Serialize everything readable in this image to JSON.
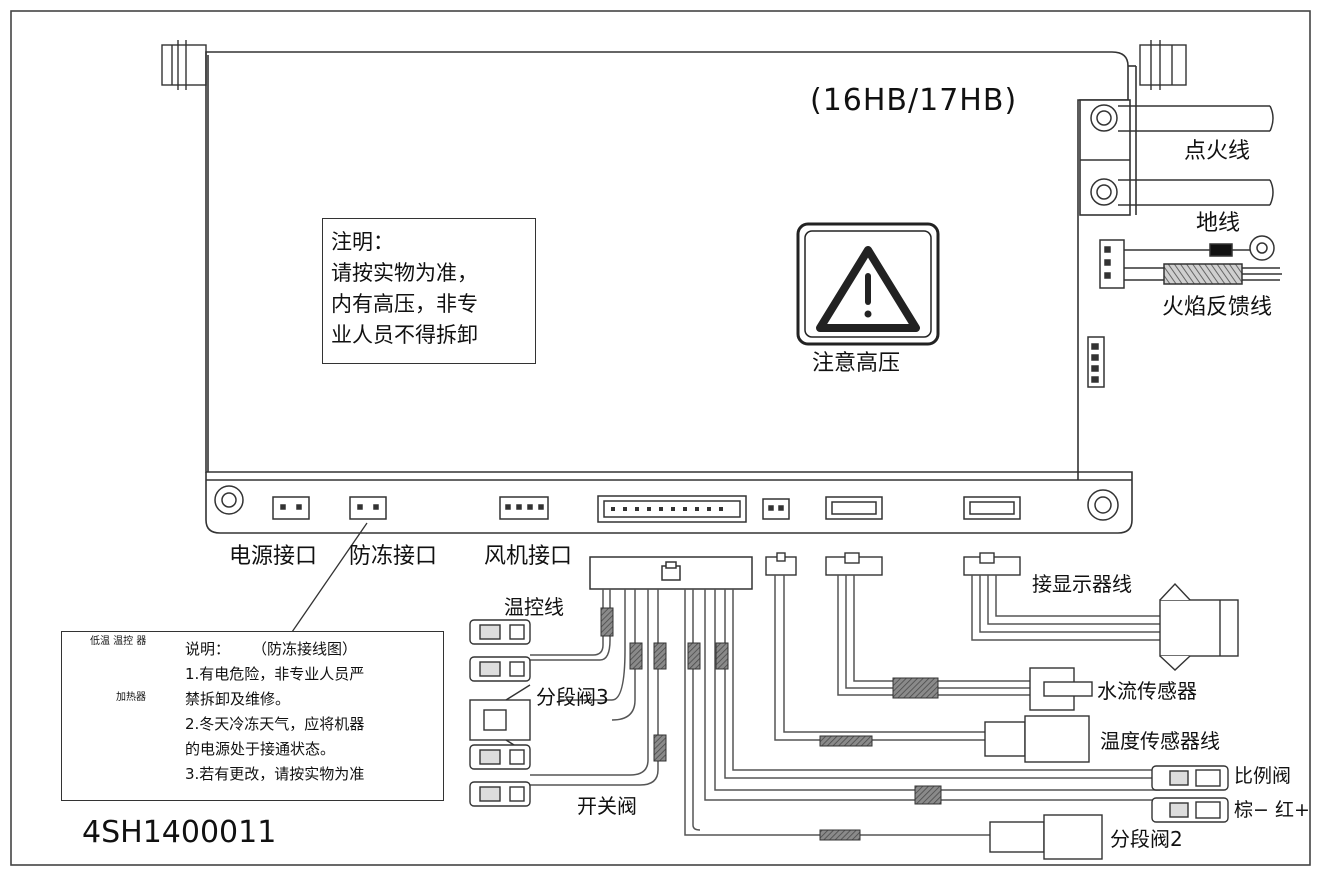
{
  "model_label": "(16HB/17HB)",
  "part_number": "4SH1400011",
  "warning": {
    "label": "注意高压"
  },
  "note": {
    "title": "注明：",
    "lines": [
      "请按实物为准，",
      "内有高压，非专",
      "业人员不得拆卸"
    ]
  },
  "ports": {
    "power": "电源接口",
    "antifreeze": "防冻接口",
    "fan": "风机接口"
  },
  "right_side": {
    "ignition": "点火线",
    "ground": "地线",
    "flame_feedback": "火焰反馈线"
  },
  "wires": {
    "thermostat": "温控线",
    "segment_valve_3": "分段阀3",
    "switch_valve": "开关阀",
    "display": "接显示器线",
    "water_flow_sensor": "水流传感器",
    "temp_sensor": "温度传感器线",
    "proportional_valve": "比例阀",
    "polarity": "棕− 红+",
    "segment_valve_2": "分段阀2"
  },
  "antifreeze_diagram": {
    "low_temp_controller": "低温 温控 器",
    "heater": "加热器",
    "title": "说明：",
    "subtitle": "（防冻接线图）",
    "lines": [
      "1.有电危险，非专业人员严",
      "禁拆卸及维修。",
      "2.冬天冷冻天气，应将机器",
      "的电源处于接通状态。",
      "3.若有更改，请按实物为准"
    ]
  }
}
